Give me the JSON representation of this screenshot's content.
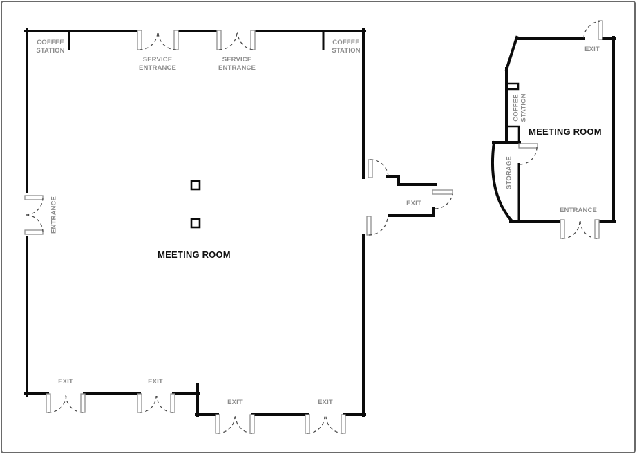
{
  "document": {
    "type": "floor-plan",
    "frame_border_color": "#6a6a6a",
    "wall_color": "#0b0b0b",
    "label_color": "#8d8d8d",
    "title_color": "#101010"
  },
  "main_room": {
    "title": "MEETING ROOM",
    "coffee_station_left": "COFFEE\nSTATION",
    "coffee_station_right": "COFFEE\nSTATION",
    "service_entrance_1": "SERVICE\nENTRANCE",
    "service_entrance_2": "SERVICE\nENTRANCE",
    "entrance": "ENTRANCE",
    "exit_right": "EXIT",
    "exit_bottom_1": "EXIT",
    "exit_bottom_2": "EXIT",
    "exit_bottom_3": "EXIT",
    "exit_bottom_4": "EXIT",
    "column_count": 2
  },
  "right_room": {
    "title": "MEETING ROOM",
    "exit_top": "EXIT",
    "coffee_station": "COFFEE\nSTATION",
    "storage": "STORAGE",
    "entrance": "ENTRANCE"
  }
}
